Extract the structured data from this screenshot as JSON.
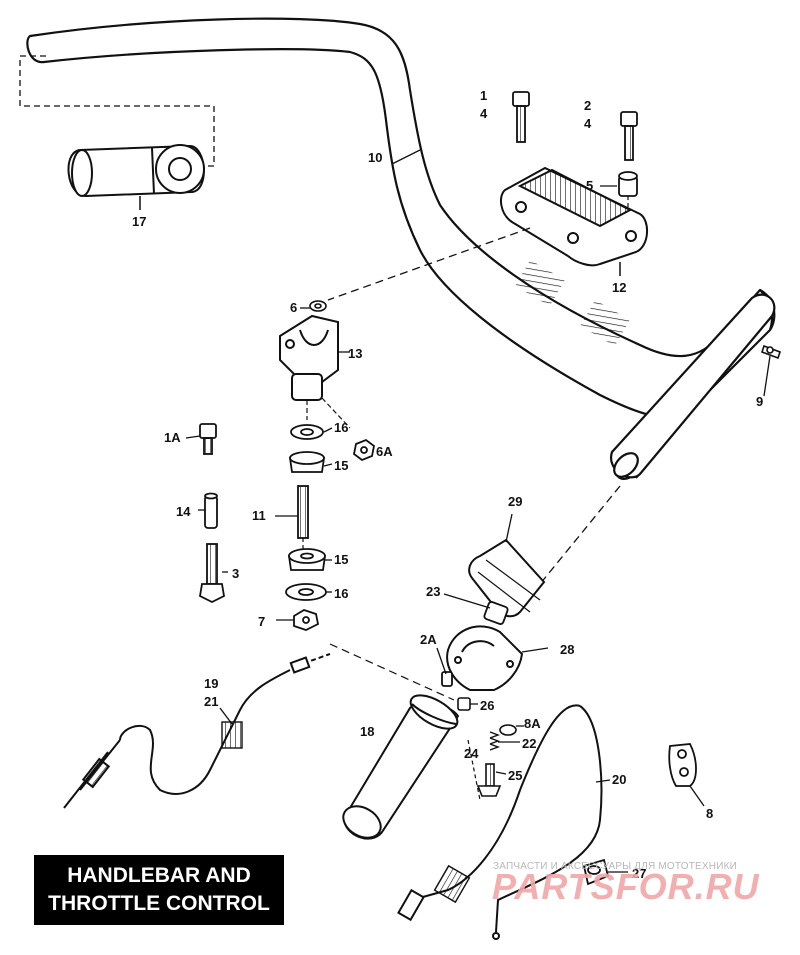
{
  "diagram": {
    "title_line1": "HANDLEBAR AND",
    "title_line2": "THROTTLE CONTROL",
    "watermark_text": "ЗАПЧАСТИ И АКСЕССУАРЫ ДЛЯ МОТОТЕХНИКИ",
    "watermark_logo": "PARTSFOR.RU",
    "colors": {
      "line": "#111111",
      "title_bg": "#000000",
      "title_fg": "#ffffff",
      "watermark_logo": "#f2a7a7"
    },
    "callouts": {
      "c1": "1",
      "c1_4": "4",
      "c2": "2",
      "c2_4": "4",
      "c5": "5",
      "c10": "10",
      "c12": "12",
      "c17": "17",
      "c6": "6",
      "c13": "13",
      "c9": "9",
      "c1a": "1A",
      "c16a": "16",
      "c6a": "6A",
      "c15a": "15",
      "c14": "14",
      "c11": "11",
      "c29": "29",
      "c3": "3",
      "c15b": "15",
      "c16b": "16",
      "c7": "7",
      "c23": "23",
      "c2a": "2A",
      "c28": "28",
      "c19": "19",
      "c21": "21",
      "c26": "26",
      "c18": "18",
      "c8a": "8A",
      "c22": "22",
      "c24": "24",
      "c25": "25",
      "c20": "20",
      "c8": "8",
      "c27": "27"
    }
  }
}
